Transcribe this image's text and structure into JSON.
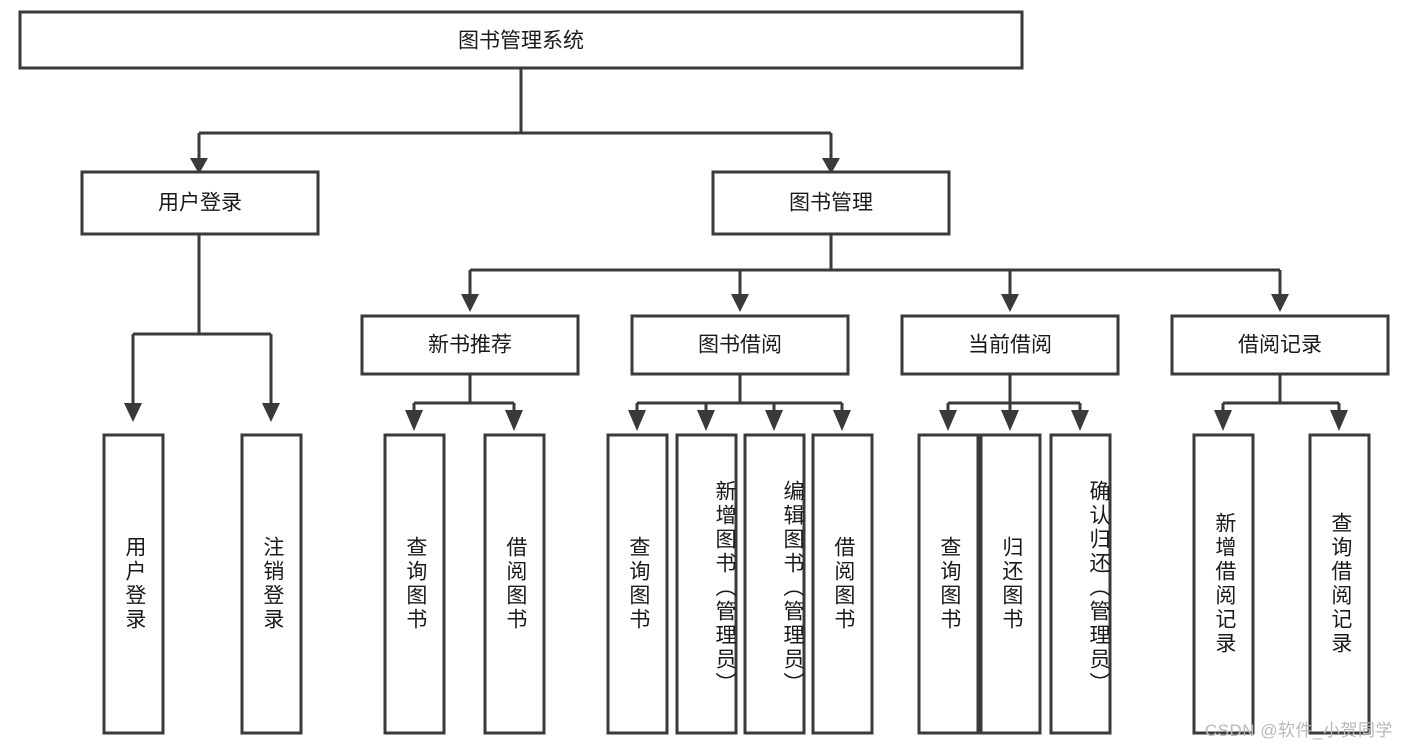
{
  "diagram": {
    "type": "tree-hierarchy",
    "title": "图书管理系统",
    "background_color": "#ffffff",
    "line_color": "#3a3a3a",
    "text_color": "#1a1a1a",
    "root": {
      "id": "root",
      "label": "图书管理系统",
      "orientation": "horizontal"
    },
    "level1": [
      {
        "id": "user-login",
        "label": "用户登录",
        "orientation": "horizontal"
      },
      {
        "id": "book-management",
        "label": "图书管理",
        "orientation": "horizontal"
      }
    ],
    "level2": [
      {
        "id": "new-book-recommend",
        "label": "新书推荐",
        "orientation": "horizontal",
        "parent": "book-management"
      },
      {
        "id": "book-borrow",
        "label": "图书借阅",
        "orientation": "horizontal",
        "parent": "book-management"
      },
      {
        "id": "current-borrow",
        "label": "当前借阅",
        "orientation": "horizontal",
        "parent": "book-management"
      },
      {
        "id": "borrow-record",
        "label": "借阅记录",
        "orientation": "horizontal",
        "parent": "book-management"
      }
    ],
    "leaves": [
      {
        "id": "leaf-user-login",
        "label": "用户登录",
        "parent": "user-login",
        "orientation": "vertical",
        "align": "middle"
      },
      {
        "id": "leaf-logout-login",
        "label": "注销登录",
        "parent": "user-login",
        "orientation": "vertical",
        "align": "middle"
      },
      {
        "id": "leaf-query-book-1",
        "label": "查询图书",
        "parent": "new-book-recommend",
        "orientation": "vertical",
        "align": "middle"
      },
      {
        "id": "leaf-borrow-book-1",
        "label": "借阅图书",
        "parent": "new-book-recommend",
        "orientation": "vertical",
        "align": "middle"
      },
      {
        "id": "leaf-query-book-2",
        "label": "查询图书",
        "parent": "book-borrow",
        "orientation": "vertical",
        "align": "middle"
      },
      {
        "id": "leaf-add-book-admin",
        "label": "新增图书（管理员）",
        "parent": "book-borrow",
        "orientation": "vertical",
        "align": "top"
      },
      {
        "id": "leaf-edit-book-admin",
        "label": "编辑图书（管理员）",
        "parent": "book-borrow",
        "orientation": "vertical",
        "align": "top"
      },
      {
        "id": "leaf-borrow-book-2",
        "label": "借阅图书",
        "parent": "book-borrow",
        "orientation": "vertical",
        "align": "middle"
      },
      {
        "id": "leaf-query-book-3",
        "label": "查询图书",
        "parent": "current-borrow",
        "orientation": "vertical",
        "align": "middle"
      },
      {
        "id": "leaf-return-book",
        "label": "归还图书",
        "parent": "current-borrow",
        "orientation": "vertical",
        "align": "middle"
      },
      {
        "id": "leaf-confirm-return-admin",
        "label": "确认归还（管理员）",
        "parent": "current-borrow",
        "orientation": "vertical",
        "align": "top"
      },
      {
        "id": "leaf-add-borrow-record",
        "label": "新增借阅记录",
        "parent": "borrow-record",
        "orientation": "vertical",
        "align": "middle"
      },
      {
        "id": "leaf-query-borrow-record",
        "label": "查询借阅记录",
        "parent": "borrow-record",
        "orientation": "vertical",
        "align": "middle"
      }
    ]
  },
  "watermark": {
    "text": "CSDN @软件_小贺同学"
  }
}
